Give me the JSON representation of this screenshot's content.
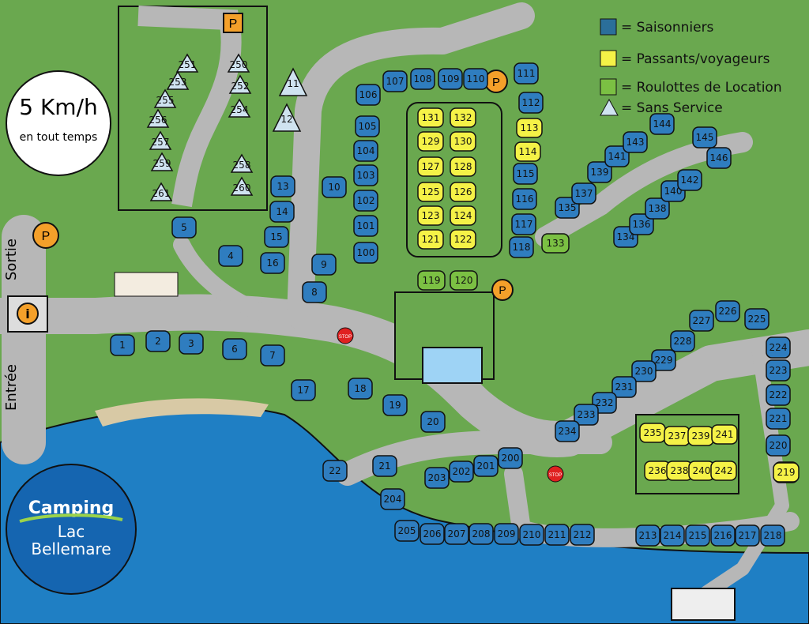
{
  "speed_sign": {
    "line1": "5 Km/h",
    "line2": "en tout temps"
  },
  "legend": [
    {
      "key": "seasonal",
      "label": "= Saisonniers",
      "color": "#2b6f9a"
    },
    {
      "key": "transient",
      "label": "= Passants/voyageurs",
      "color": "#f5f247"
    },
    {
      "key": "rental",
      "label": "= Roulottes de Location",
      "color": "#7bc043"
    },
    {
      "key": "tent",
      "label": "= Sans Service",
      "color": "#cfe3f0"
    }
  ],
  "brand": {
    "line1": "Camping",
    "line2": "Lac",
    "line3": "Bellemare"
  },
  "sortie_label": "Sortie",
  "entree_label": "Entrée",
  "stop_label": "STOP",
  "parking_label": "P",
  "info_label": "i",
  "site_colors": {
    "blue": "#2f7dbf",
    "yellow": "#f5f247",
    "green": "#7bc043"
  },
  "blue_sites": [
    "1",
    "2",
    "3",
    "4",
    "5",
    "6",
    "7",
    "8",
    "9",
    "10",
    "13",
    "14",
    "15",
    "16",
    "17",
    "18",
    "19",
    "20",
    "21",
    "22",
    "100",
    "101",
    "102",
    "103",
    "104",
    "105",
    "106",
    "107",
    "108",
    "109",
    "110",
    "111",
    "112",
    "115",
    "116",
    "117",
    "118",
    "134",
    "135",
    "136",
    "137",
    "138",
    "139",
    "140",
    "141",
    "142",
    "143",
    "144",
    "145",
    "146",
    "200",
    "201",
    "202",
    "203",
    "204",
    "205",
    "206",
    "207",
    "208",
    "209",
    "210",
    "211",
    "212",
    "213",
    "214",
    "215",
    "216",
    "217",
    "218",
    "219",
    "220",
    "221",
    "222",
    "223",
    "224",
    "225",
    "226",
    "227",
    "228",
    "229",
    "230",
    "231",
    "232",
    "233",
    "234"
  ],
  "yellow_sites": [
    "113",
    "114",
    "121",
    "122",
    "123",
    "124",
    "125",
    "126",
    "127",
    "128",
    "129",
    "130",
    "131",
    "132",
    "219",
    "235",
    "236",
    "237",
    "238",
    "239",
    "240",
    "241",
    "242"
  ],
  "green_sites": [
    "119",
    "120",
    "133"
  ],
  "tent_sites": [
    "11",
    "12",
    "250",
    "251",
    "252",
    "253",
    "254",
    "255",
    "256",
    "257",
    "258",
    "259",
    "260",
    "261"
  ]
}
